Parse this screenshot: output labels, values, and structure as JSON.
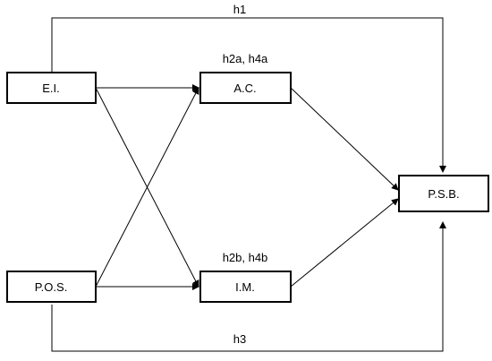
{
  "nodes": {
    "ei": "E.I.",
    "pos": "P.O.S.",
    "ac": "A.C.",
    "im": "I.M.",
    "psb": "P.S.B."
  },
  "hypotheses": {
    "h1": "h1",
    "h2a_h4a": "h2a, h4a",
    "h2b_h4b": "h2b, h4b",
    "h3": "h3"
  },
  "colors": {
    "line": "#000000",
    "box_border": "#000000",
    "box_fill": "#ffffff"
  }
}
